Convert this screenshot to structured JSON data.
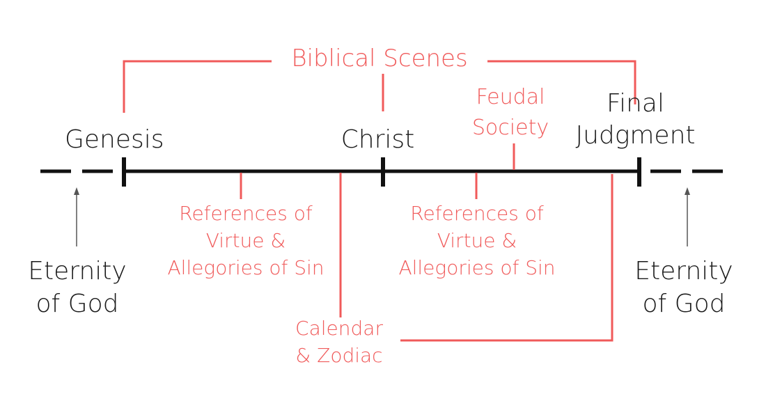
{
  "colors": {
    "timeline": "#111111",
    "accent": "#f05a5a",
    "arrow": "#555555"
  },
  "timeline": {
    "genesis": "Genesis",
    "christ": "Christ",
    "final_judgment": [
      "Final",
      "Judgment"
    ]
  },
  "eternity_left": [
    "Eternity",
    "of God"
  ],
  "eternity_right": [
    "Eternity",
    "of God"
  ],
  "annotations": {
    "biblical_scenes": "Biblical Scenes",
    "feudal_society": [
      "Feudal",
      "Society"
    ],
    "references_left": [
      "References of",
      "Virtue &",
      "Allegories of Sin"
    ],
    "references_right": [
      "References of",
      "Virtue &",
      "Allegories of Sin"
    ],
    "calendar_zodiac": [
      "Calendar",
      "& Zodiac"
    ]
  }
}
